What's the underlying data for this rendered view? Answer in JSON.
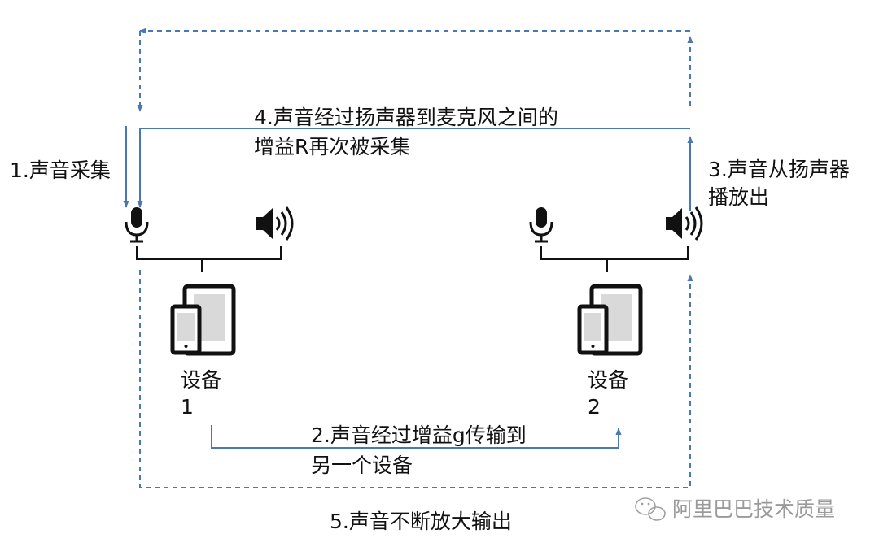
{
  "labels": {
    "step1": "1.声音采集",
    "step2_line1": "2.声音经过增益g传输到",
    "step2_line2": "另一个设备",
    "step3_line1": "3.声音从扬声器",
    "step3_line2": "播放出",
    "step4_line1": "4.声音经过扬声器到麦克风之间的",
    "step4_line2": "增益R再次被采集",
    "step5": "5.声音不断放大输出"
  },
  "devices": [
    {
      "label_line1": "设备",
      "label_line2": "1"
    },
    {
      "label_line1": "设备",
      "label_line2": "2"
    }
  ],
  "watermark": "阿里巴巴技术质量",
  "icons": [
    "microphone-icon",
    "speaker-icon",
    "tablet-phone-icon",
    "wechat-icon"
  ],
  "colors": {
    "arrow": "#4a78b5",
    "icon": "#111111",
    "screen": "#d9d9d9",
    "watermark": "#9a9a9a"
  }
}
